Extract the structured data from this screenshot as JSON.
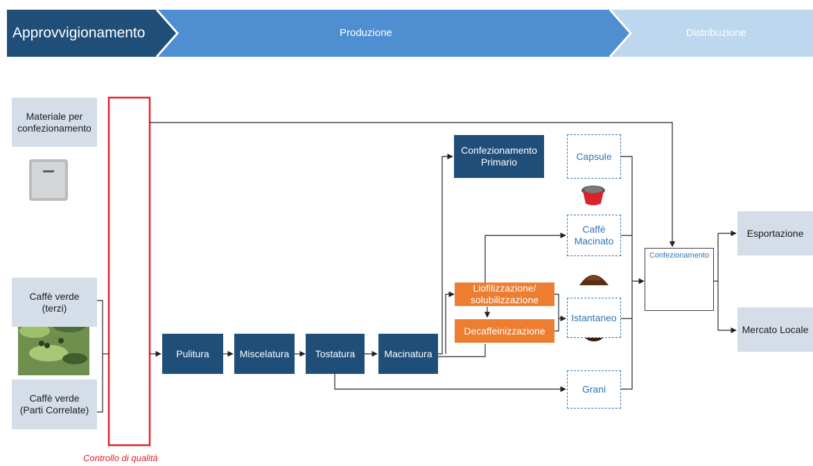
{
  "stages": {
    "approvvigionamento": "Approvvigionamento",
    "produzione": "Produzione",
    "distribuzione": "Distribuzione"
  },
  "inputs": {
    "packaging": "Materiale per\nconfezionamento",
    "green_third": "Caffè verde\n(terzi)",
    "green_related": "Caffè verde\n(Parti Correlate)"
  },
  "quality_control": "Controllo di qualità",
  "process": {
    "pulitura": "Pulitura",
    "miscelatura": "Miscelatura",
    "tostatura": "Tostatura",
    "macinatura": "Macinatura",
    "confezionamento_primario": "Confezionamento\nPrimario",
    "liofilizzazione": "Liofilizzazione/\nsolubilizzazione",
    "decaffeinizzazione": "Decaffeinizzazione"
  },
  "products": {
    "capsule": "Capsule",
    "macinato": "Caffè\nMacinato",
    "istantaneo": "Istantaneo",
    "grani": "Grani"
  },
  "packaging_box": "Confezionamento",
  "outputs": {
    "esportazione": "Esportazione",
    "mercato_locale": "Mercato Locale"
  },
  "colors": {
    "banner_dark": "#1f4e79",
    "banner_mid": "#4f8ed0",
    "banner_light": "#bdd7ee",
    "box_dark": "#1f4e79",
    "box_light": "#d4dde8",
    "box_orange": "#ed7d31",
    "dashed_blue": "#2e75b6",
    "qc_red": "#e0202a"
  }
}
